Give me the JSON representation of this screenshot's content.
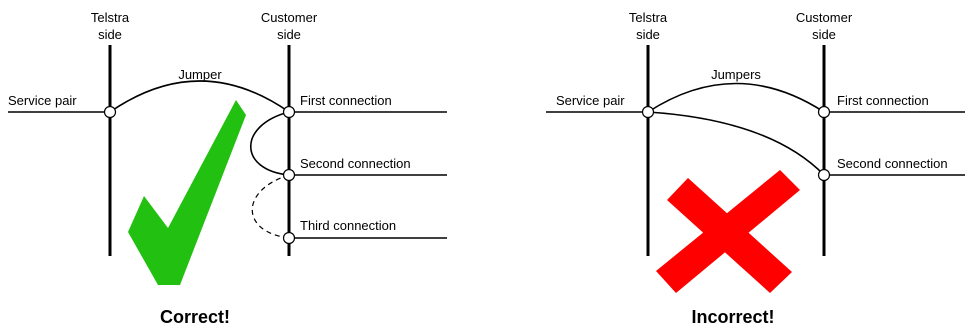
{
  "left_panel": {
    "telstra_side": [
      "Telstra",
      "side"
    ],
    "customer_side": [
      "Customer",
      "side"
    ],
    "service_pair": "Service pair",
    "jumper": "Jumper",
    "first_connection": "First connection",
    "second_connection": "Second connection",
    "third_connection": "Third connection",
    "verdict": "Correct!",
    "mark": "check-icon",
    "mark_color": "#22c010"
  },
  "right_panel": {
    "telstra_side": [
      "Telstra",
      "side"
    ],
    "customer_side": [
      "Customer",
      "side"
    ],
    "service_pair": "Service pair",
    "jumpers": "Jumpers",
    "first_connection": "First connection",
    "second_connection": "Second connection",
    "verdict": "Incorrect!",
    "mark": "cross-icon",
    "mark_color": "#ff0000"
  }
}
